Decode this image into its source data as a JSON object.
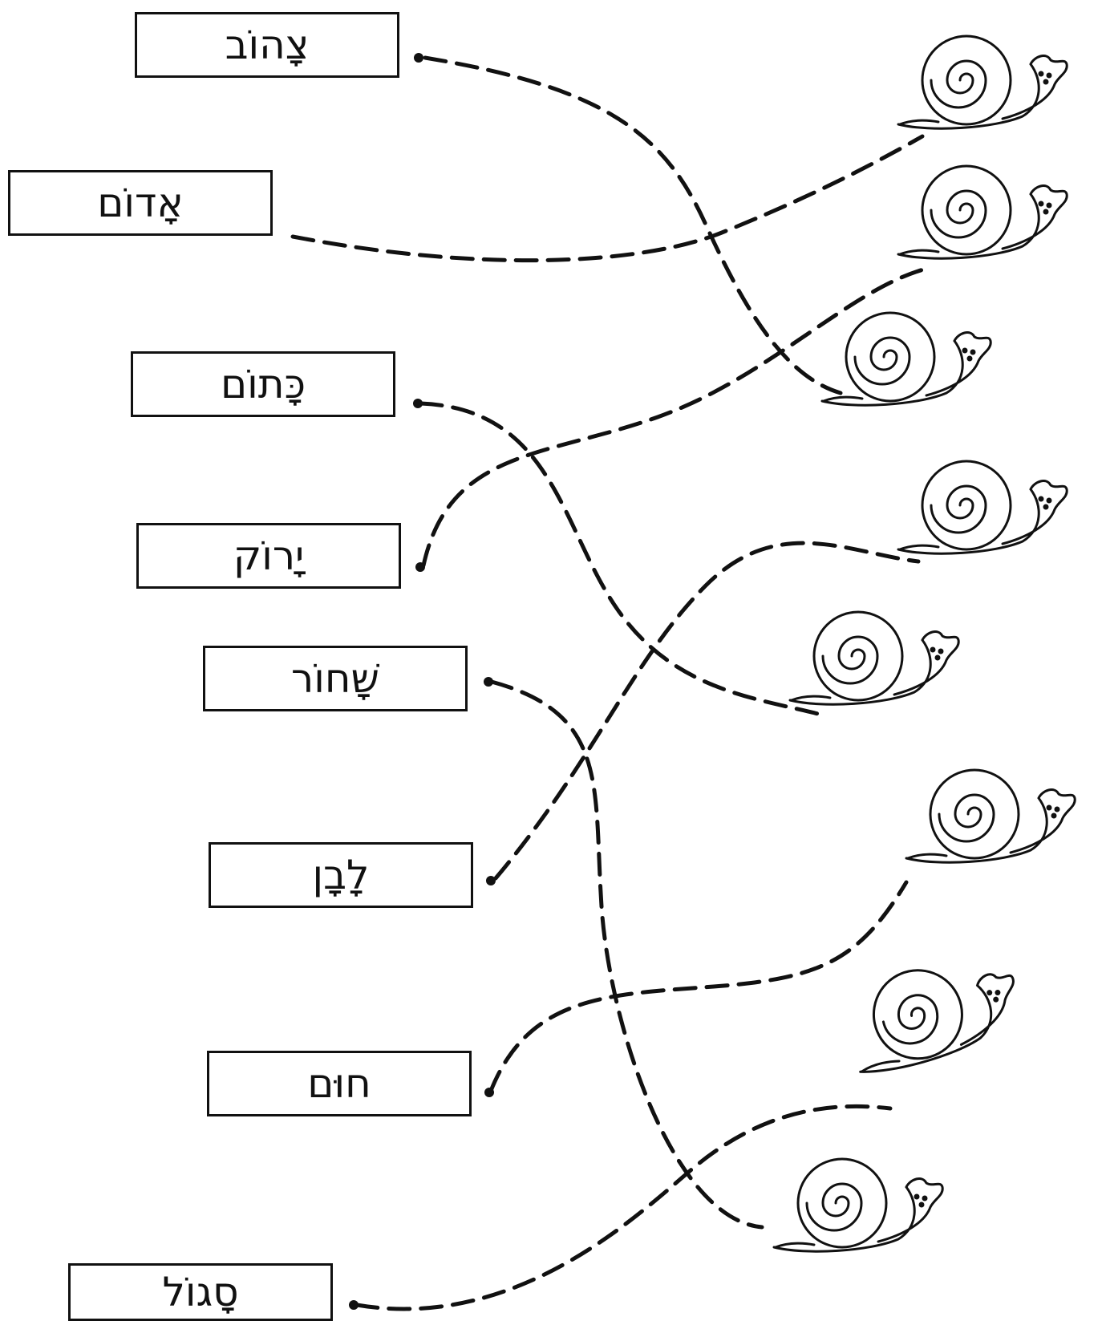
{
  "words": [
    {
      "id": "yellow",
      "text": "צָהוֹב"
    },
    {
      "id": "red",
      "text": "אָדוֹם"
    },
    {
      "id": "orange",
      "text": "כָּתוֹם"
    },
    {
      "id": "green",
      "text": "יָרוֹק"
    },
    {
      "id": "black",
      "text": "שָׁחוֹר"
    },
    {
      "id": "white",
      "text": "לָבָן"
    },
    {
      "id": "brown",
      "text": "חוּם"
    },
    {
      "id": "purple",
      "text": "סָגוֹל"
    }
  ],
  "snail_count": 8,
  "line_color": "#111111",
  "snail_icon": "snail-icon"
}
